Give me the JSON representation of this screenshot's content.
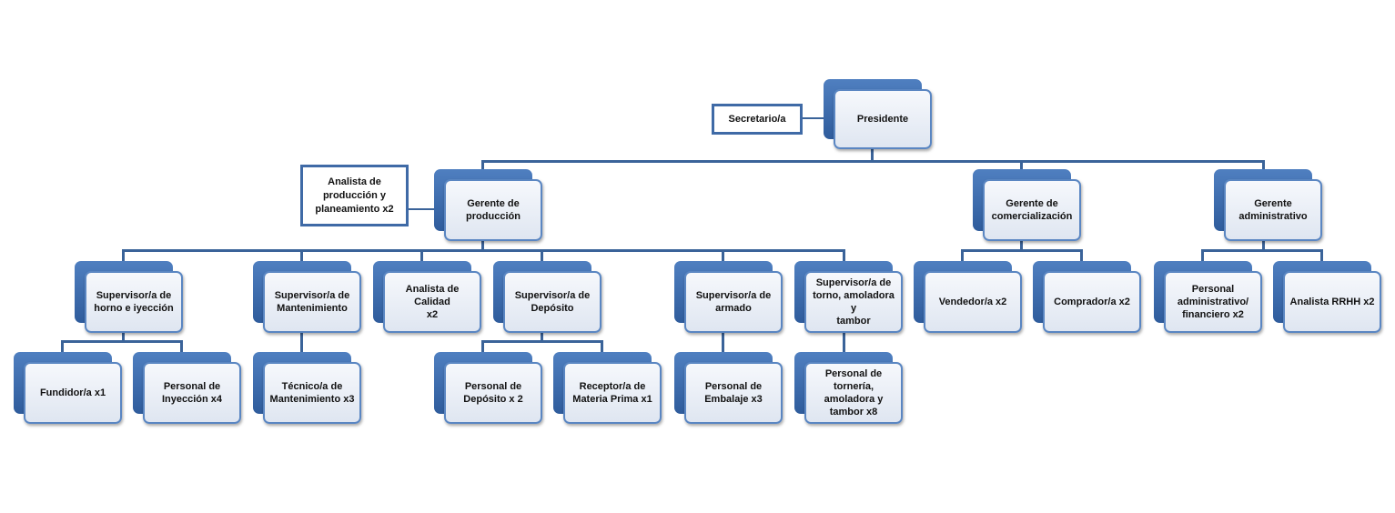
{
  "org_chart": {
    "president": "Presidente",
    "secretary": "Secretario/a",
    "production_analyst": "Analista de\nproducción  y\nplaneamiento x2",
    "managers": {
      "production": "Gerente de\nproducción",
      "commercial": "Gerente de\ncomercialización",
      "administrative": "Gerente\nadministrativo"
    },
    "supervisors": {
      "furnace": "Supervisor/a de\nhorno  e iyección",
      "maintenance": "Supervisor/a de\nMantenimiento",
      "quality": "Analista de Calidad\nx2",
      "warehouse": "Supervisor/a de\nDepósito",
      "assembly": "Supervisor/a de\narmado",
      "lathe": "Supervisor/a de\ntorno,  amoladora y\ntambor",
      "seller": "Vendedor/a  x2",
      "buyer": "Comprador/a  x2",
      "admin_staff": "Personal\nadministrativo/\nfinanciero x2",
      "hr": "Analista RRHH x2"
    },
    "staff": {
      "founder": "Fundidor/a  x1",
      "injection": "Personal de\nInyección x4",
      "technician": "Técnico/a de\nMantenimiento   x3",
      "warehouse_staff": "Personal de\nDepósito x 2",
      "receiver": "Receptor/a de\nMateria Prima x1",
      "packaging": "Personal de\nEmbalaje x3",
      "lathe_staff": "Personal de\ntornería,\namoladora y\ntambor x8"
    }
  }
}
